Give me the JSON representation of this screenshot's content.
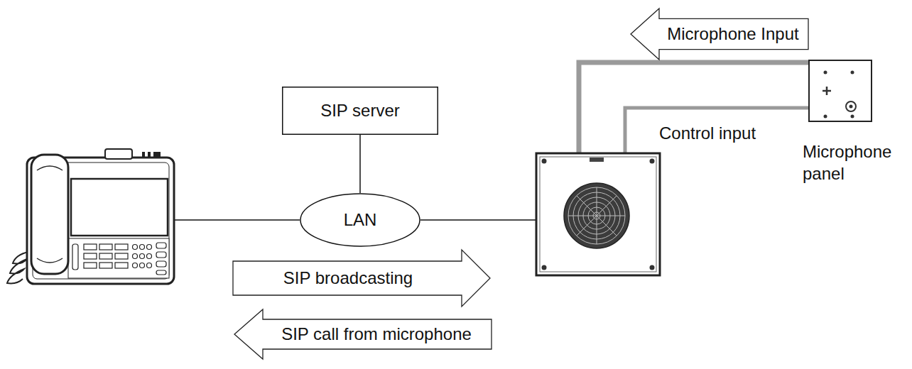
{
  "diagram": {
    "nodes": [
      {
        "text": [
          "SIP server"
        ]
      },
      {
        "text": [
          "LAN"
        ]
      },
      {
        "text": [
          "Microphone panel"
        ]
      },
      {
        "text": [
          "Microphone Input"
        ]
      },
      {
        "text": [
          "SIP broadcasting"
        ]
      },
      {
        "text": [
          "SIP call from microphone"
        ]
      }
    ],
    "edges": [
      {
        "from": 0,
        "to": 1,
        "arrow": "none"
      }
    ],
    "labels": [
      "Control input"
    ]
  }
}
